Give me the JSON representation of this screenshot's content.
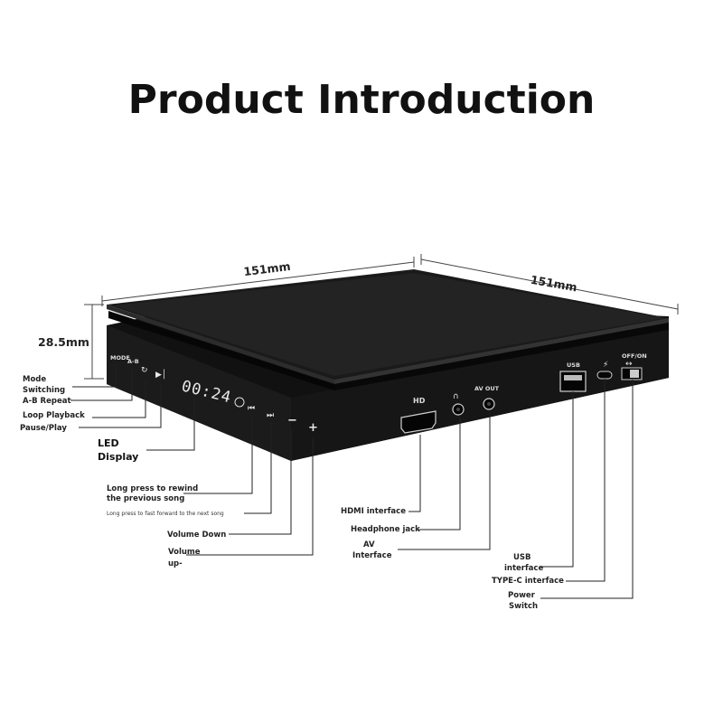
{
  "title": "Product Introduction",
  "dimensions": {
    "width": "151mm",
    "depth": "151mm",
    "height": "28.5mm"
  },
  "device": {
    "led_display": "00:24",
    "front_labels": {
      "mode": "MODE",
      "ab": "A-B",
      "hd": "HD",
      "av_out": "AV OUT",
      "usb": "USB",
      "power": "OFF/ON"
    }
  },
  "callouts": {
    "mode_1": "Mode",
    "mode_2": "Switching",
    "ab_repeat": "A-B Repeat",
    "loop": "Loop Playback",
    "pause_play": "Pause/Play",
    "led_1": "LED",
    "led_2": "Display",
    "rewind_1": "Long press to rewind",
    "rewind_2": "the previous song",
    "forward": "Long press to fast forward to the next song",
    "vol_down": "Volume Down",
    "vol_up_1": "Volume",
    "vol_up_2": "up-",
    "hdmi": "HDMI interface",
    "headphone": "Headphone jack",
    "av_1": "AV",
    "av_2": "Interface",
    "usb_1": "USB",
    "usb_2": "interface",
    "typec": "TYPE-C interface",
    "power_1": "Power",
    "power_2": "Switch"
  },
  "icons": [
    "play-pause-icon",
    "loop-icon",
    "prev-icon",
    "next-icon",
    "minus-icon",
    "plus-icon",
    "headphone-icon",
    "lightning-icon",
    "eq-icon"
  ]
}
